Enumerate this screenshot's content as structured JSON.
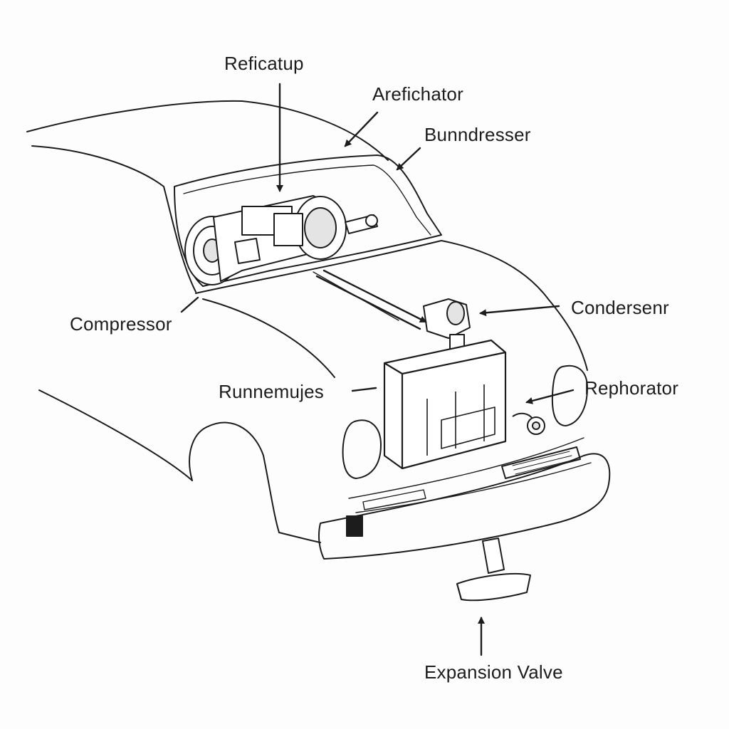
{
  "labels": {
    "reficatup": "Reficatup",
    "arefichator": "Arefichator",
    "bunndresser": "Bunndresser",
    "compressor": "Compressor",
    "condensenr": "Condersenr",
    "runnemujes": "Runnemujes",
    "rephorator": "Rephorator",
    "expansion_valve": "Expansion Valve"
  },
  "colors": {
    "ink": "#1c1c1c",
    "background": "#fdfdfd",
    "fill_light": "#ffffff",
    "shade": "#e4e4e4"
  }
}
